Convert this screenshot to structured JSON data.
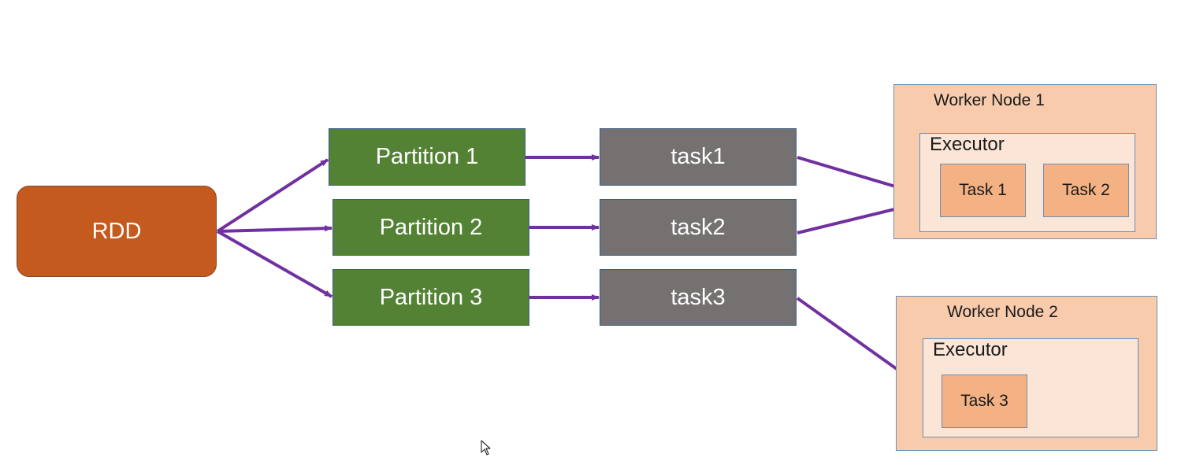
{
  "rdd": {
    "label": "RDD"
  },
  "partitions": [
    {
      "label": "Partition 1"
    },
    {
      "label": "Partition 2"
    },
    {
      "label": "Partition 3"
    }
  ],
  "tasks": [
    {
      "label": "task1"
    },
    {
      "label": "task2"
    },
    {
      "label": "task3"
    }
  ],
  "workers": [
    {
      "title": "Worker Node 1",
      "executor": {
        "title": "Executor",
        "tasks": [
          "Task 1",
          "Task 2"
        ]
      }
    },
    {
      "title": "Worker Node 2",
      "executor": {
        "title": "Executor",
        "tasks": [
          "Task 3"
        ]
      }
    }
  ],
  "colors": {
    "rdd": "#c55a1f",
    "partition": "#548235",
    "task": "#767171",
    "worker": "#f8cbad",
    "executor": "#fbe5d6",
    "subtask": "#f4b183",
    "arrow": "#7030a0"
  },
  "icons": {
    "cursor": "mouse-pointer-icon"
  }
}
